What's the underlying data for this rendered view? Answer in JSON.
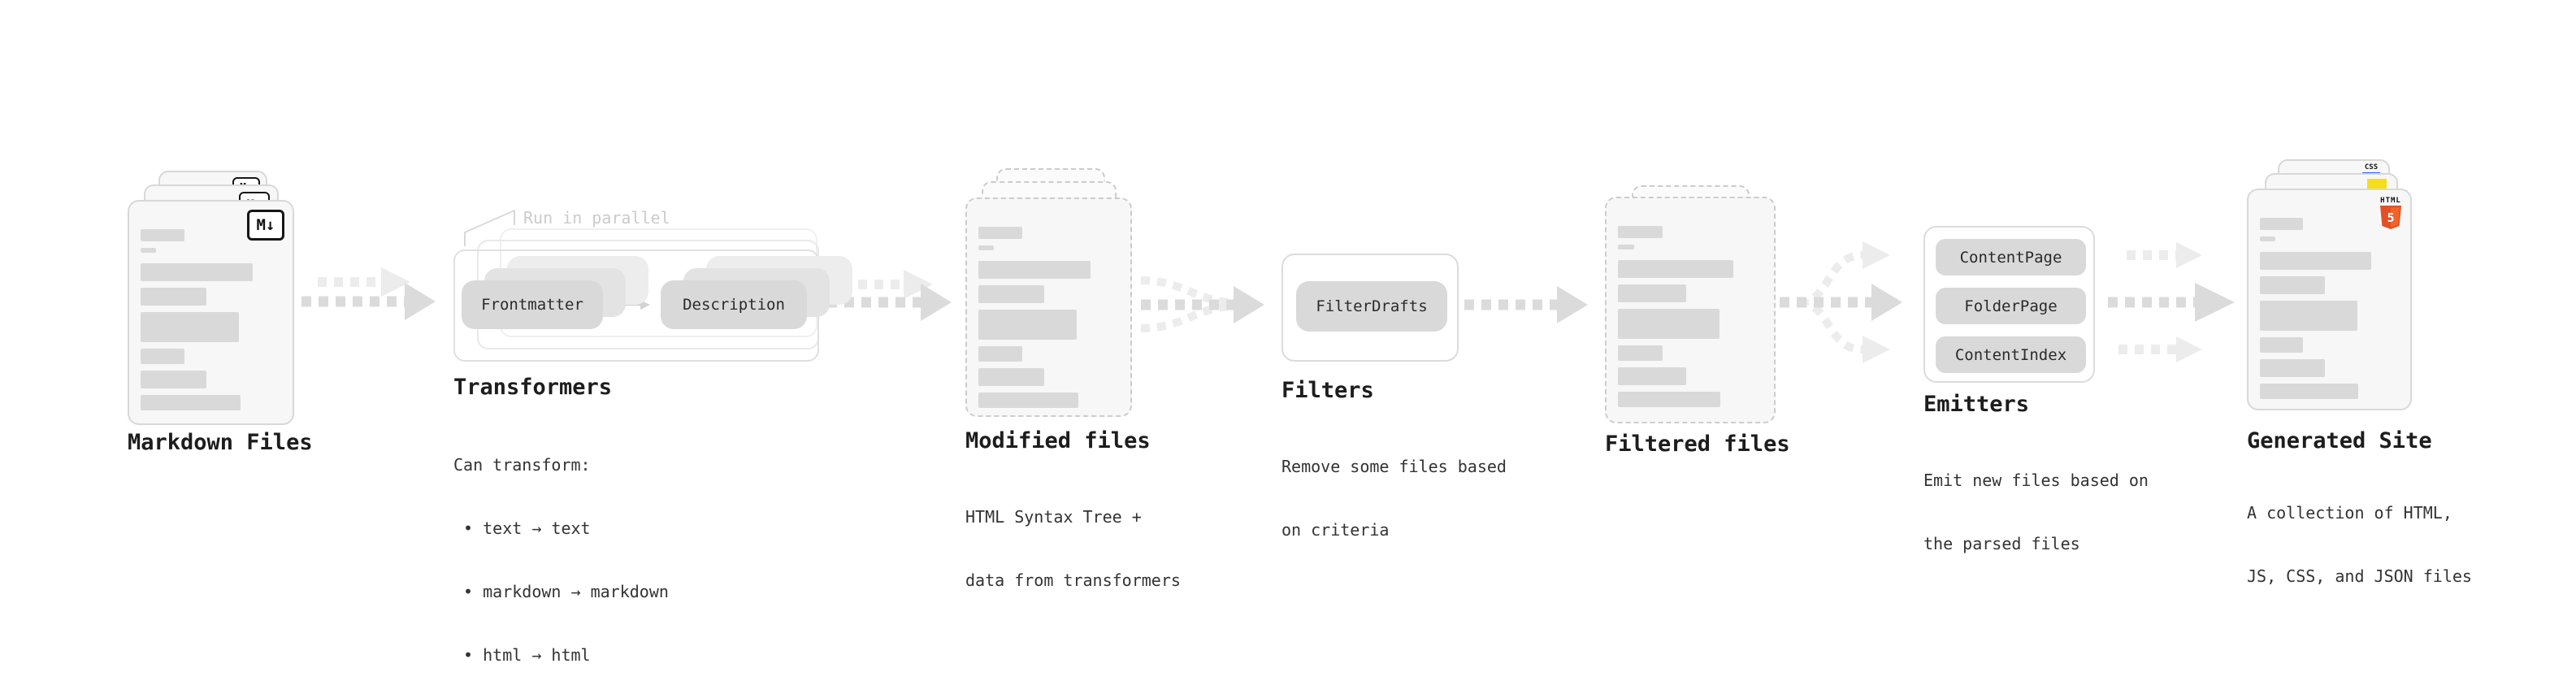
{
  "stages": [
    {
      "id": "markdown-files",
      "title": "Markdown Files"
    },
    {
      "id": "transformers",
      "title": "Transformers",
      "annotation": "Run in parallel",
      "nodes": [
        "Frontmatter",
        "Description"
      ],
      "sub": [
        "Can transform:",
        " • text → text",
        " • markdown → markdown",
        " • html → html"
      ]
    },
    {
      "id": "modified-files",
      "title": "Modified files",
      "sub": [
        "HTML Syntax Tree +",
        "data from transformers"
      ]
    },
    {
      "id": "filters",
      "title": "Filters",
      "nodes": [
        "FilterDrafts"
      ],
      "sub": [
        "Remove some files based",
        "on criteria"
      ]
    },
    {
      "id": "filtered-files",
      "title": "Filtered files"
    },
    {
      "id": "emitters",
      "title": "Emitters",
      "nodes": [
        "ContentPage",
        "FolderPage",
        "ContentIndex"
      ],
      "sub": [
        "Emit new files based on",
        "the parsed files"
      ]
    },
    {
      "id": "generated-site",
      "title": "Generated Site",
      "sub": [
        "A collection of HTML,",
        "JS, CSS, and JSON files"
      ]
    }
  ],
  "icons": {
    "markdown_badge": "M↓",
    "html5_label": "HTML",
    "html5_number": "5",
    "css_label": "CSS"
  },
  "colors": {
    "html5_orange": "#e34f26",
    "html5_orange_light": "#f16529",
    "js_yellow": "#f5de19",
    "css_blue": "#2e63f1",
    "bar_gray": "#d9d9d9",
    "arrow_dark": "#dbdbdb",
    "arrow_light": "#ececec",
    "text_dark": "#1d1d1d",
    "text_body": "#333333",
    "annotation_gray": "#cbcbcb"
  }
}
